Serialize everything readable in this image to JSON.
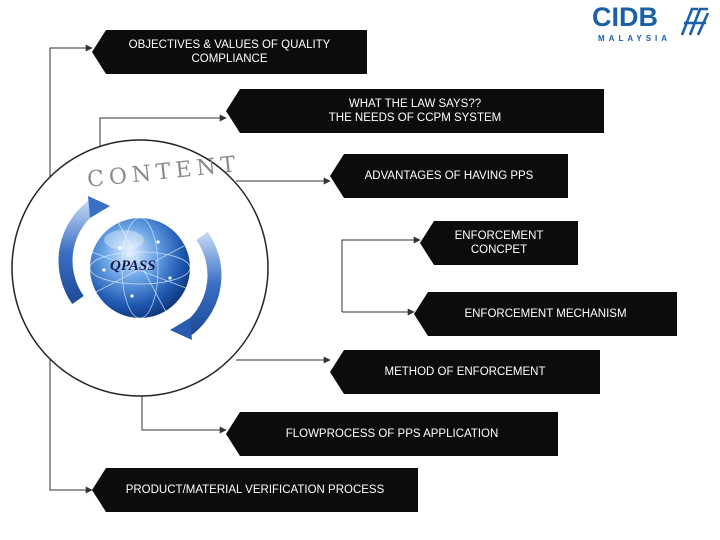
{
  "logo": {
    "wordmark": "CIDB",
    "subtitle": "MALAYSIA",
    "accent": "#1a5fa8"
  },
  "center": {
    "ring_label": "CONTENT",
    "globe_label": "QPASS",
    "arrow_color": "#3a6fc4"
  },
  "items": [
    {
      "label": "OBJECTIVES & VALUES OF QUALITY\nCOMPLIANCE"
    },
    {
      "label": "WHAT THE LAW SAYS??\nTHE NEEDS OF CCPM SYSTEM"
    },
    {
      "label": "ADVANTAGES OF HAVING PPS"
    },
    {
      "label": "ENFORCEMENT\nCONCPET"
    },
    {
      "label": "ENFORCEMENT MECHANISM"
    },
    {
      "label": "METHOD OF ENFORCEMENT"
    },
    {
      "label": "FLOWPROCESS OF PPS APPLICATION"
    },
    {
      "label": "PRODUCT/MATERIAL VERIFICATION PROCESS"
    }
  ]
}
